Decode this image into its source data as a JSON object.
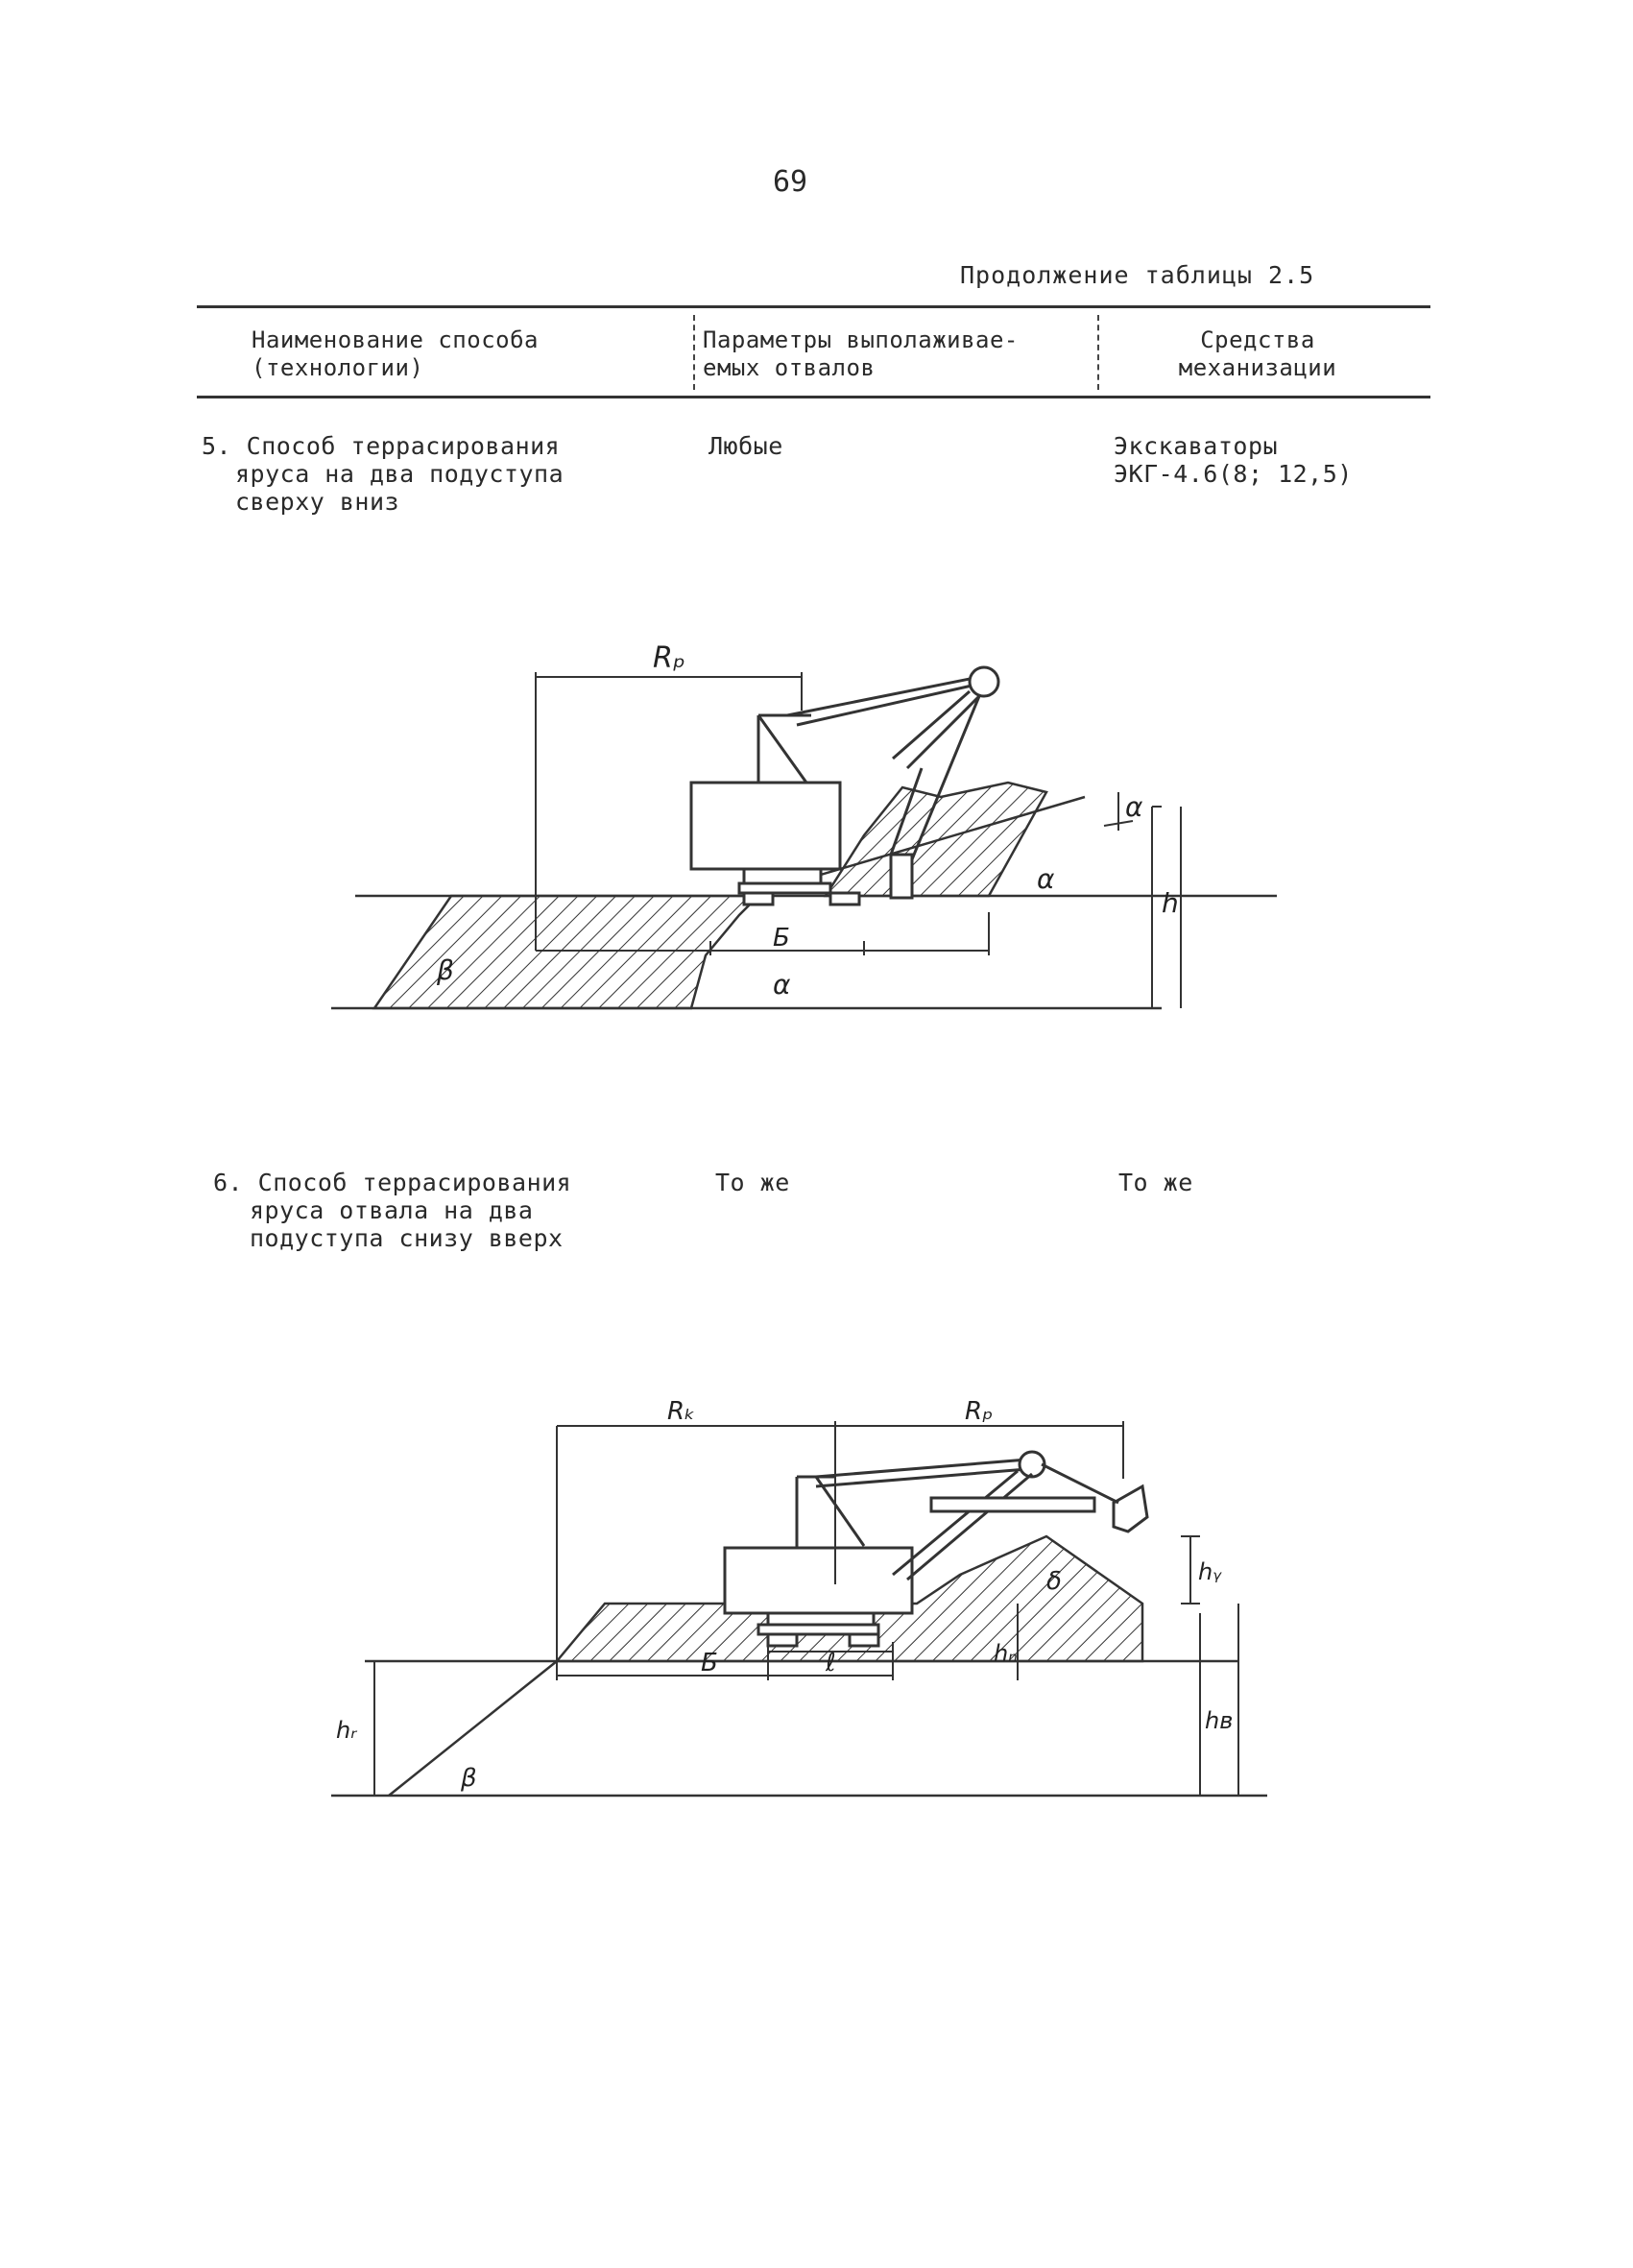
{
  "page": {
    "number": "69",
    "continuation": "Продолжение таблицы 2.5"
  },
  "table": {
    "headers": {
      "col1": [
        "Наименование способа",
        "(технологии)"
      ],
      "col2": [
        "Параметры выполаживае-",
        "емых отвалов"
      ],
      "col3": [
        "Средства",
        "механизации"
      ]
    },
    "rows": [
      {
        "method": [
          "5. Способ террасирования",
          "яруса на два подуступа",
          "сверху вниз"
        ],
        "parameters": "Любые",
        "equipment": [
          "Экскаваторы",
          "ЭКГ-4.6(8; 12,5)"
        ]
      },
      {
        "method": [
          "6. Способ террасирования",
          "яруса отвала на два",
          "подуступа снизу вверх"
        ],
        "parameters": "То же",
        "equipment": [
          "То же"
        ]
      }
    ]
  },
  "figure1": {
    "labels": {
      "Rp": "Rₚ",
      "alpha": "α",
      "beta": "β",
      "B": "Б",
      "h": "h"
    }
  },
  "figure2": {
    "labels": {
      "Rk": "Rₖ",
      "Rp": "Rₚ",
      "beta": "β",
      "delta": "δ",
      "B": "Б",
      "l": "ℓ",
      "hy": "hᵧ",
      "hn": "hₙ",
      "hr": "hᵣ",
      "hB": "hв"
    }
  }
}
